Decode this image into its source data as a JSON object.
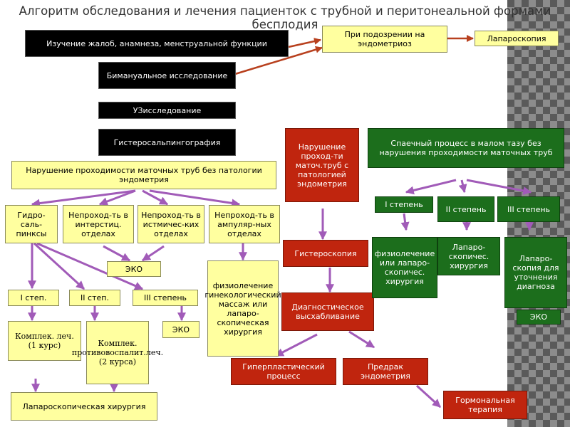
{
  "title": "Алгоритм обследования и лечения пациенток с трубной и перитонеальной формами бесплодия",
  "colors": {
    "black_box": "#000000",
    "yellow_box": "#ffff9f",
    "red_box": "#c0250e",
    "green_box": "#1c6e1c",
    "purple_arrow": "#a15bb8",
    "red_arrow": "#b8401e"
  },
  "nodes": {
    "complaints": "Изучение жалоб, анамнеза, менструальной функции",
    "bimanual": "Бимануальное исследование",
    "us": "УЗисследование",
    "hsg": "Гистеросальпингография",
    "endometriosis_suspect": "При подозрении на эндометриоз",
    "laparoscopy_top": "Лапароскопия",
    "obstruction_no_pathology": "Нарушение проходимости маточных труб без патологии эндометрия",
    "hydrosalpinx": "Гидро-саль-пинксы",
    "obstr_interstitial": "Непроход-ть в интерстиц. отделах",
    "obstr_isthmic": "Непроход-ть в истмичес-ких отделах",
    "obstr_ampullar": "Непроход-ть в ампуляр-ных отделах",
    "eko_left": "ЭКО",
    "deg_1": "I степ.",
    "deg_2": "II степ.",
    "deg_3": "III степень",
    "eko_mid": "ЭКО",
    "complex_1": "Комплек. леч. (1 курс)",
    "complex_2": "Комплек. противовоспалит.леч. (2 курса)",
    "lap_surgery": "Лапароскопическая хирургия",
    "physio_ampullar": "физиолечение гинекологический массаж или лапаро-скопическая хирургия",
    "obstr_endo_pathology": "Нарушение проход-ти маточ.труб с патологией эндометрия",
    "hysteroscopy": "Гистероскопия",
    "diagnostic_curettage": "Диагностическое высхабливание",
    "hyperplastic": "Гиперпластический процесс",
    "precancer": "Предрак эндометрия",
    "hormonal": "Гормональная терапия",
    "adhesions": "Спаечный процесс в малом тазу без нарушения проходимости маточных труб",
    "adh_deg_1": "I степень",
    "adh_deg_2": "II степень",
    "adh_deg_3": "III степень",
    "adh_treat_1": "физиолечение или лапаро-скопичес. хирургия",
    "adh_treat_2": "Лапаро-скопичес. хирургия",
    "adh_treat_3": "Лапаро-скопия для уточнения диагноза",
    "eko_right": "ЭКО"
  }
}
